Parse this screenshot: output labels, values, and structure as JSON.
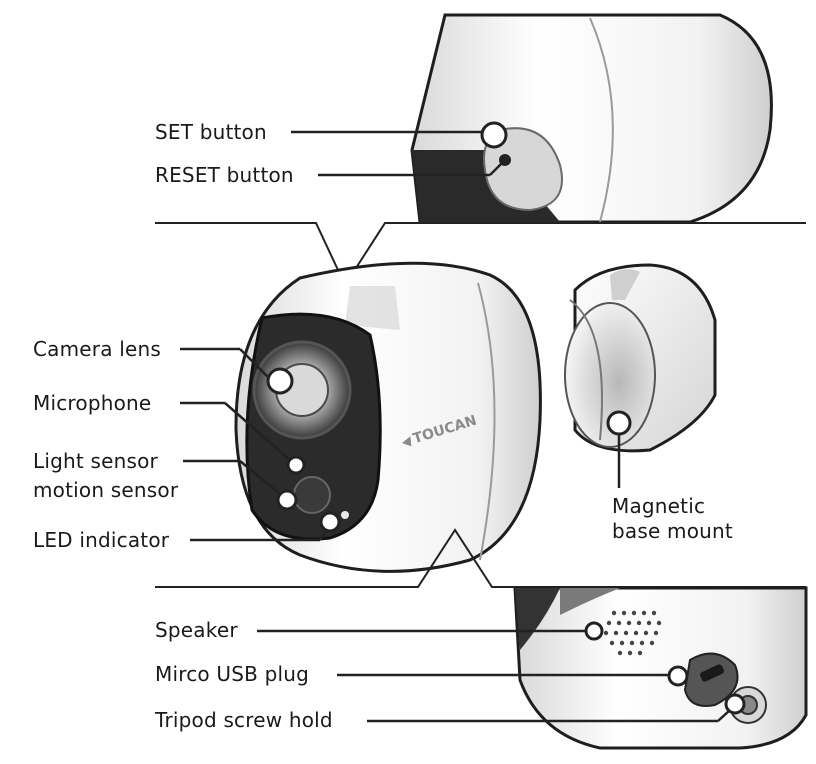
{
  "labels": {
    "set_button": "SET button",
    "reset_button": "RESET button",
    "camera_lens": "Camera lens",
    "microphone": "Microphone",
    "light_sensor_line1": "Light sensor",
    "light_sensor_line2": "motion sensor",
    "led_indicator": "LED indicator",
    "magnetic_line1": "Magnetic",
    "magnetic_line2": "base mount",
    "speaker": "Speaker",
    "usb_plug": "Mirco USB plug",
    "tripod_hold": "Tripod screw hold"
  },
  "brand": {
    "logo_text": "TOUCAN"
  },
  "colors": {
    "text": "#1a1a1a",
    "camera_body": "#f4f4f4",
    "lens_face": "#2b2b2b",
    "lines": "#222222"
  }
}
